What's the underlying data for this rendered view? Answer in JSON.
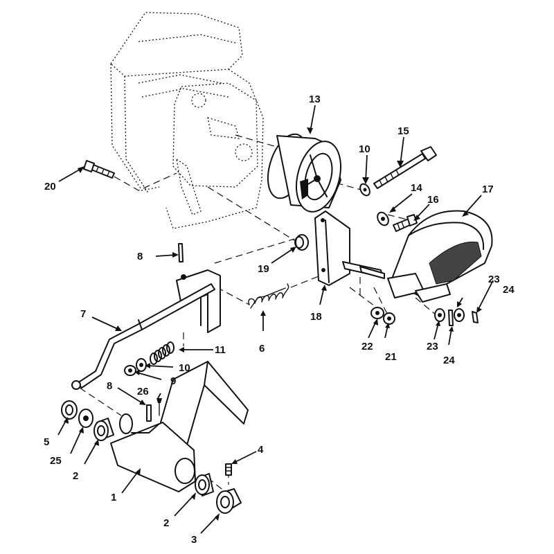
{
  "callouts": [
    {
      "id": "c1",
      "text": "1"
    },
    {
      "id": "c2a",
      "text": "2"
    },
    {
      "id": "c2b",
      "text": "2"
    },
    {
      "id": "c3",
      "text": "3"
    },
    {
      "id": "c4",
      "text": "4"
    },
    {
      "id": "c5",
      "text": "5"
    },
    {
      "id": "c6",
      "text": "6"
    },
    {
      "id": "c7",
      "text": "7"
    },
    {
      "id": "c8a",
      "text": "8"
    },
    {
      "id": "c8b",
      "text": "8"
    },
    {
      "id": "c9",
      "text": "9"
    },
    {
      "id": "c10a",
      "text": "10"
    },
    {
      "id": "c10b",
      "text": "10"
    },
    {
      "id": "c11",
      "text": "11"
    },
    {
      "id": "c13",
      "text": "13"
    },
    {
      "id": "c14",
      "text": "14"
    },
    {
      "id": "c15",
      "text": "15"
    },
    {
      "id": "c16",
      "text": "16"
    },
    {
      "id": "c17",
      "text": "17"
    },
    {
      "id": "c18",
      "text": "18"
    },
    {
      "id": "c19",
      "text": "19"
    },
    {
      "id": "c20",
      "text": "20"
    },
    {
      "id": "c21",
      "text": "21"
    },
    {
      "id": "c22",
      "text": "22"
    },
    {
      "id": "c23a",
      "text": "23"
    },
    {
      "id": "c23b",
      "text": "23"
    },
    {
      "id": "c24a",
      "text": "24"
    },
    {
      "id": "c24b",
      "text": "24"
    },
    {
      "id": "c25",
      "text": "25"
    },
    {
      "id": "c26",
      "text": "26"
    }
  ]
}
